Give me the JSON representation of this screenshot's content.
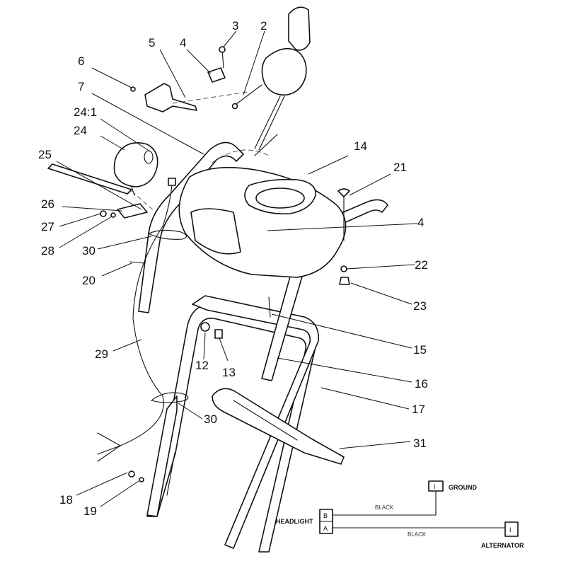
{
  "callouts": {
    "c1": "3",
    "c2": "2",
    "c3": "5",
    "c4": "4",
    "c5": "6",
    "c6": "7",
    "c7": "24:1",
    "c8": "24",
    "c9": "25",
    "c10": "14",
    "c11": "21",
    "c12": "26",
    "c13": "27",
    "c14": "28",
    "c15": "30",
    "c16": "4",
    "c17": "20",
    "c18": "22",
    "c19": "23",
    "c20": "29",
    "c21": "15",
    "c22": "12",
    "c23": "13",
    "c24": "16",
    "c25": "17",
    "c26": "30",
    "c27": "31",
    "c28": "18",
    "c29": "19"
  },
  "wiring": {
    "headlight": "HEADLIGHT",
    "terminal_b": "B",
    "terminal_a": "A",
    "ground_terminal": "I",
    "ground": "GROUND",
    "wire_top": "BLACK",
    "wire_bottom": "BLACK",
    "alternator_terminal": "I",
    "alternator": "ALTERNATOR"
  }
}
